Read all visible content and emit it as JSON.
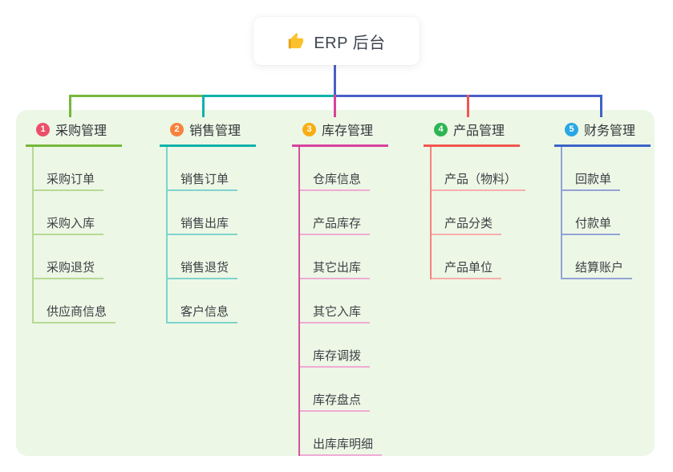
{
  "root": {
    "title": "ERP 后台",
    "icon": "thumbs-up",
    "line_color": "#4a5fc9"
  },
  "panel": {
    "background": "#ecf7e6"
  },
  "branches": [
    {
      "index": "1",
      "label": "采购管理",
      "badge_color": "#ec4f68",
      "line_color": "#76b73c",
      "vline_color": "#b7d994",
      "item_line_color": "#b7d994",
      "items": [
        "采购订单",
        "采购入库",
        "采购退货",
        "供应商信息"
      ]
    },
    {
      "index": "2",
      "label": "销售管理",
      "badge_color": "#f8823d",
      "line_color": "#0fb3a9",
      "vline_color": "#7fd4cd",
      "item_line_color": "#7fd4cd",
      "items": [
        "销售订单",
        "销售出库",
        "销售退货",
        "客户信息"
      ]
    },
    {
      "index": "3",
      "label": "库存管理",
      "badge_color": "#f9ad15",
      "line_color": "#d8429c",
      "vline_color": "#d8519f",
      "item_line_color": "#f0abd4",
      "items": [
        "仓库信息",
        "产品库存",
        "其它出库",
        "其它入库",
        "库存调拨",
        "库存盘点",
        "出库库明细"
      ]
    },
    {
      "index": "4",
      "label": "产品管理",
      "badge_color": "#2eb553",
      "line_color": "#f1564f",
      "vline_color": "#f4837e",
      "item_line_color": "#f8aeab",
      "items": [
        "产品（物料）",
        "产品分类",
        "产品单位"
      ]
    },
    {
      "index": "5",
      "label": "财务管理",
      "badge_color": "#29a7e4",
      "line_color": "#3d63c8",
      "vline_color": "#93a3d7",
      "item_line_color": "#93a3d7",
      "items": [
        "回款单",
        "付款单",
        "结算账户"
      ]
    }
  ]
}
